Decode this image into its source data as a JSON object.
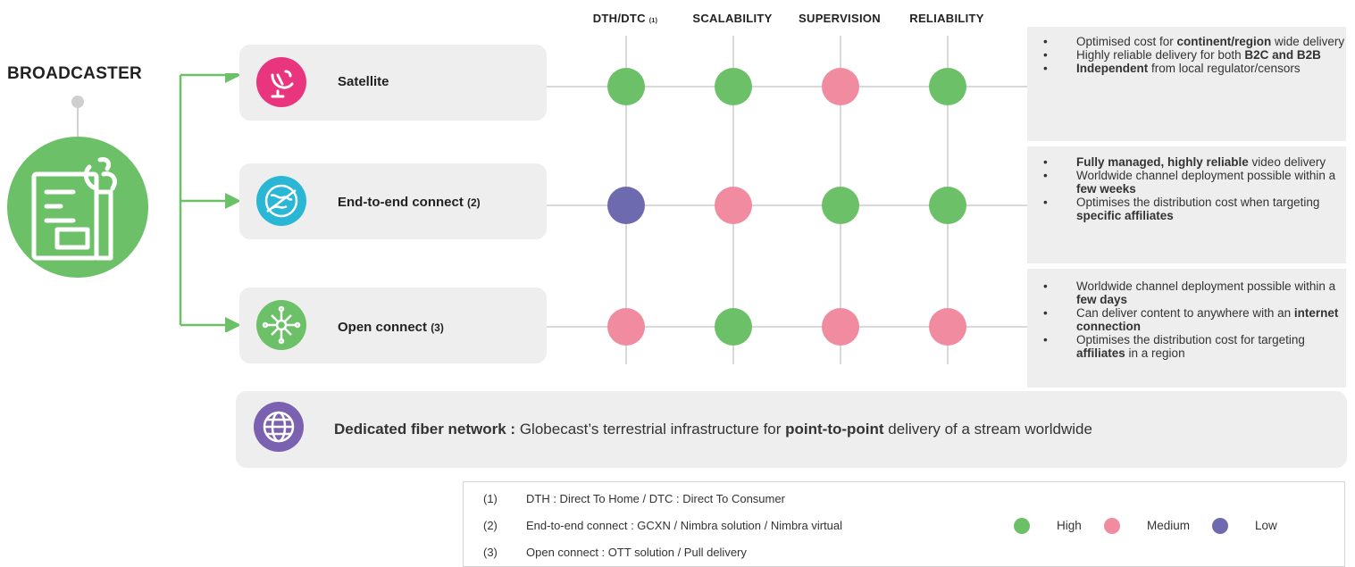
{
  "broadcaster": {
    "title": "BROADCASTER",
    "icon": "broadcast-building-icon"
  },
  "columns": [
    {
      "label": "DTH/DTC",
      "sup": "(1)"
    },
    {
      "label": "SCALABILITY",
      "sup": ""
    },
    {
      "label": "SUPERVISION",
      "sup": ""
    },
    {
      "label": "RELIABILITY",
      "sup": ""
    }
  ],
  "solutions": [
    {
      "name": "Satellite",
      "note": "",
      "icon": "satellite-dish-icon",
      "icon_color": "#e8357d",
      "ratings": [
        "High",
        "High",
        "Medium",
        "High"
      ],
      "benefits": [
        [
          {
            "t": "Optimised cost for ",
            "b": false
          },
          {
            "t": "continent/region",
            "b": true
          },
          {
            "t": " wide delivery",
            "b": false
          }
        ],
        [
          {
            "t": "Highly reliable delivery for both ",
            "b": false
          },
          {
            "t": "B2C and B2B",
            "b": true
          }
        ],
        [
          {
            "t": "Independent",
            "b": true
          },
          {
            "t": " from local regulator/censors",
            "b": false
          }
        ]
      ]
    },
    {
      "name": "End-to-end connect",
      "note": "(2)",
      "icon": "globe-network-icon",
      "icon_color": "#2ab7d6",
      "ratings": [
        "Low",
        "Medium",
        "High",
        "High"
      ],
      "benefits": [
        [
          {
            "t": "Fully managed, highly reliable",
            "b": true
          },
          {
            "t": " video delivery",
            "b": false
          }
        ],
        [
          {
            "t": "Worldwide channel deployment possible within a ",
            "b": false
          },
          {
            "t": "few weeks",
            "b": true
          }
        ],
        [
          {
            "t": "Optimises the distribution cost when targeting ",
            "b": false
          },
          {
            "t": "specific affiliates",
            "b": true
          }
        ]
      ]
    },
    {
      "name": "Open connect",
      "note": "(3)",
      "icon": "network-hub-icon",
      "icon_color": "#6cc067",
      "ratings": [
        "Medium",
        "High",
        "Medium",
        "Medium"
      ],
      "benefits": [
        [
          {
            "t": "Worldwide channel deployment possible within a ",
            "b": false
          },
          {
            "t": "few days",
            "b": true
          }
        ],
        [
          {
            "t": "Can deliver content to anywhere with an ",
            "b": false
          },
          {
            "t": "internet connection",
            "b": true
          }
        ],
        [
          {
            "t": "Optimises the distribution cost for targeting ",
            "b": false
          },
          {
            "t": "affiliates",
            "b": true
          },
          {
            "t": " in a region",
            "b": false
          }
        ]
      ]
    }
  ],
  "fiber": {
    "icon": "globe-icon",
    "icon_color": "#7b62b0",
    "label": "Dedicated fiber network :",
    "text_pre": " Globecast’s terrestrial infrastructure for ",
    "text_bold": "point-to-point",
    "text_post": " delivery of a stream worldwide"
  },
  "notes": [
    {
      "num": "(1)",
      "text": "DTH : Direct To Home / DTC : Direct To Consumer"
    },
    {
      "num": "(2)",
      "text": "End-to-end connect : GCXN / Nimbra solution / Nimbra virtual"
    },
    {
      "num": "(3)",
      "text": "Open connect : OTT solution / Pull delivery"
    }
  ],
  "legend": [
    {
      "label": "High",
      "color": "#6cc067"
    },
    {
      "label": "Medium",
      "color": "#f08ba0"
    },
    {
      "label": "Low",
      "color": "#6e6aaf"
    }
  ],
  "colors": {
    "High": "#6cc067",
    "Medium": "#f08ba0",
    "Low": "#6e6aaf",
    "arrow": "#6cc067"
  }
}
